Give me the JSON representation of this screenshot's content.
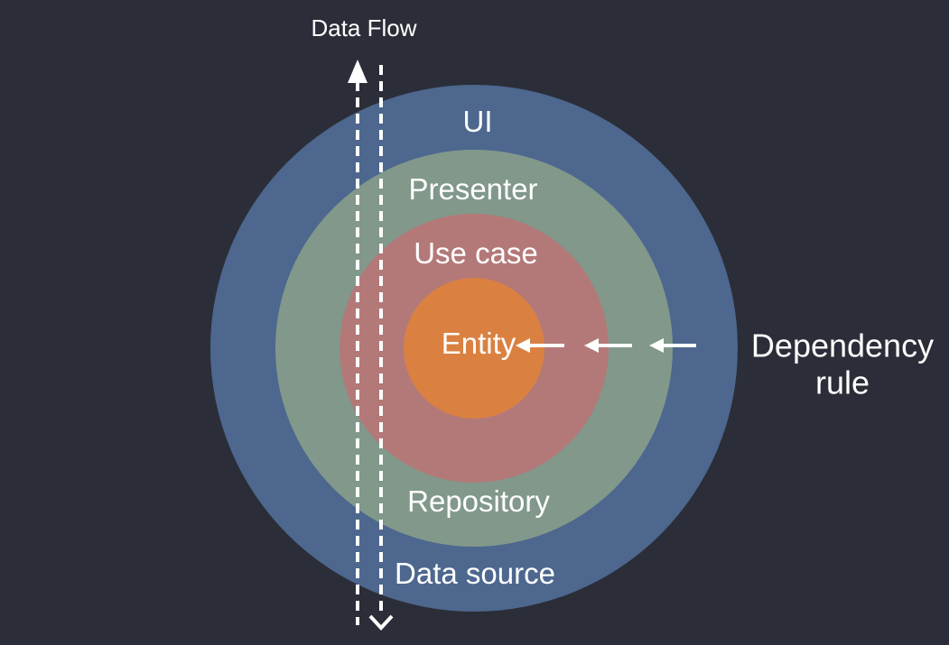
{
  "diagram": {
    "type": "onion-architecture",
    "rings": [
      {
        "id": "ui",
        "label": "UI",
        "color": "#4d678e",
        "radius": 292
      },
      {
        "id": "presenter",
        "label": "Presenter",
        "color": "#81988b",
        "radius": 220
      },
      {
        "id": "use-case",
        "label": "Use case",
        "color": "#b37978",
        "radius": 149
      },
      {
        "id": "entity",
        "label": "Entity",
        "color": "#da8142",
        "radius": 78
      }
    ],
    "bottom_labels": [
      {
        "ring": "presenter",
        "label": "Repository"
      },
      {
        "ring": "ui",
        "label": "Data source"
      }
    ],
    "annotations": {
      "data_flow": "Data Flow",
      "dependency_rule": [
        "Dependency",
        "rule"
      ]
    }
  },
  "colors": {
    "background": "#2b2e38",
    "ui_ring": "#4d678e",
    "presenter_ring": "#81988b",
    "use_case_ring": "#b37978",
    "entity_core": "#da8142",
    "text": "#ffffff",
    "arrows": "#ffffff"
  }
}
